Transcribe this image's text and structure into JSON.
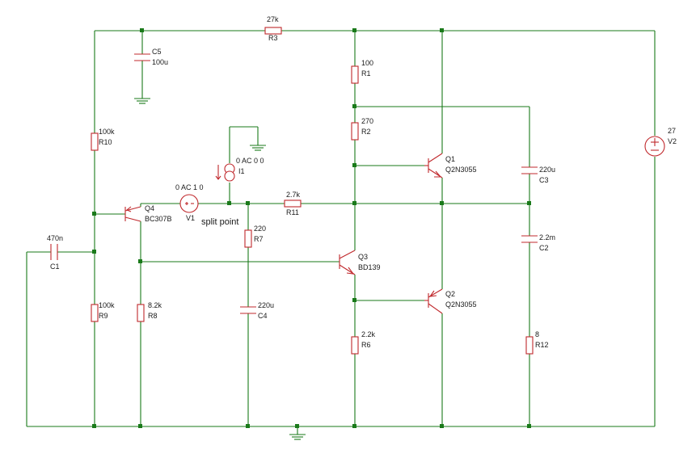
{
  "components": {
    "R1": {
      "value": "100",
      "name": "R1"
    },
    "R2": {
      "value": "270",
      "name": "R2"
    },
    "R3": {
      "value": "27k",
      "name": "R3"
    },
    "R6": {
      "value": "2.2k",
      "name": "R6"
    },
    "R7": {
      "value": "220",
      "name": "R7"
    },
    "R8": {
      "value": "8.2k",
      "name": "R8"
    },
    "R9": {
      "value": "100k",
      "name": "R9"
    },
    "R10": {
      "value": "100k",
      "name": "R10"
    },
    "R11": {
      "value": "2.7k",
      "name": "R11"
    },
    "R12": {
      "value": "8",
      "name": "R12"
    },
    "C1": {
      "value": "470n",
      "name": "C1"
    },
    "C2": {
      "value": "2.2m",
      "name": "C2"
    },
    "C3": {
      "value": "220u",
      "name": "C3"
    },
    "C4": {
      "value": "220u",
      "name": "C4"
    },
    "C5": {
      "value": "100u",
      "name": "C5"
    },
    "Q1": {
      "name": "Q1",
      "model": "Q2N3055"
    },
    "Q2": {
      "name": "Q2",
      "model": "Q2N3055"
    },
    "Q3": {
      "name": "Q3",
      "model": "BD139"
    },
    "Q4": {
      "name": "Q4",
      "model": "BC307B"
    },
    "V1": {
      "name": "V1",
      "value": "0 AC 1 0"
    },
    "V2": {
      "name": "V2",
      "value": "27"
    },
    "I1": {
      "name": "I1",
      "value": "0 AC 0 0"
    }
  },
  "annotations": {
    "split_point": "split point"
  },
  "colors": {
    "wire": "#1a7a1a",
    "component": "#c0282c",
    "text": "#1a1a1a"
  }
}
